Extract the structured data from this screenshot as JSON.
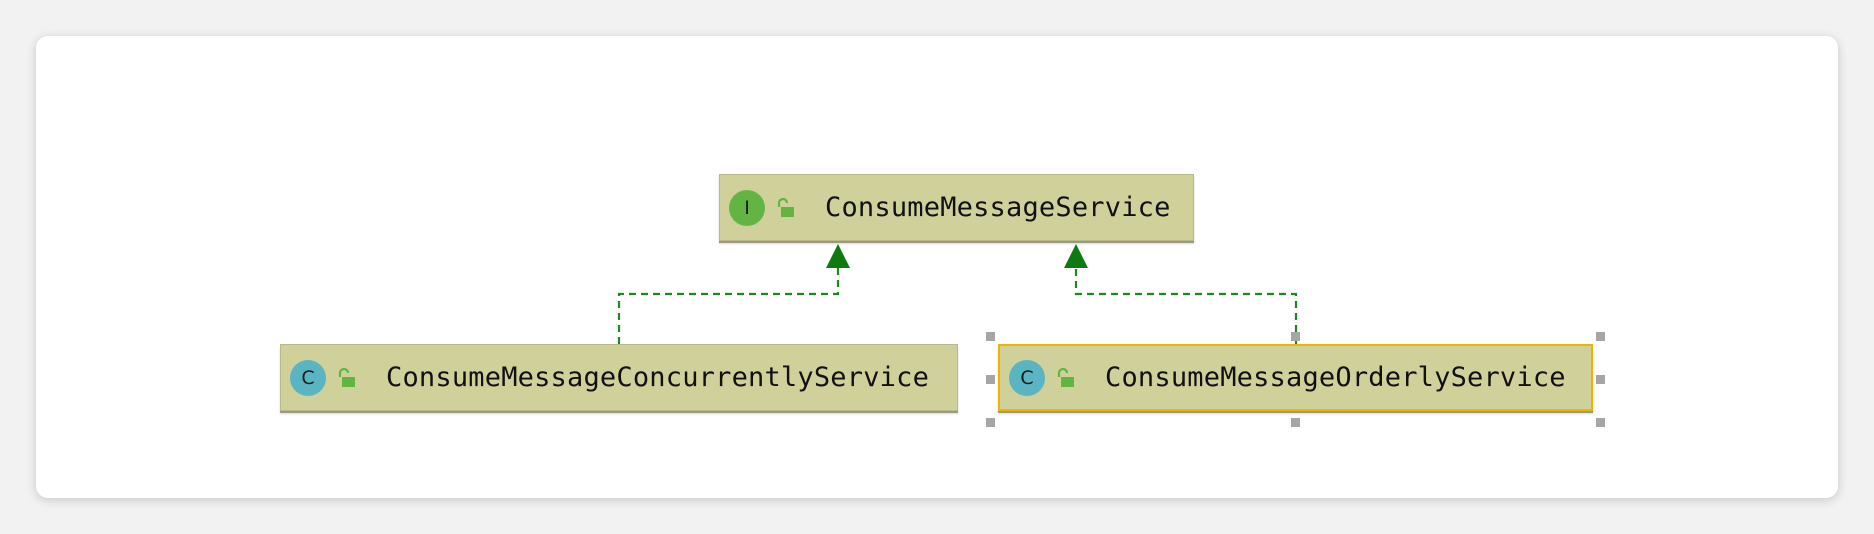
{
  "diagram": {
    "type": "class-hierarchy",
    "colors": {
      "node_fill": "#cfd09a",
      "interface_icon": "#62b543",
      "class_icon": "#5ab4c2",
      "edge": "#1a8a1a",
      "selection": "#f0b400"
    },
    "nodes": [
      {
        "id": "consume-message-service",
        "kind": "interface",
        "kind_letter": "I",
        "name": "ConsumeMessageService",
        "visibility_icon": "unlocked-lock-icon"
      },
      {
        "id": "consume-message-concurrently-service",
        "kind": "class",
        "kind_letter": "C",
        "name": "ConsumeMessageConcurrentlyService",
        "visibility_icon": "unlocked-lock-icon"
      },
      {
        "id": "consume-message-orderly-service",
        "kind": "class",
        "kind_letter": "C",
        "name": "ConsumeMessageOrderlyService",
        "visibility_icon": "unlocked-lock-icon",
        "selected": true
      }
    ],
    "edges": [
      {
        "from": "consume-message-concurrently-service",
        "to": "consume-message-service",
        "relation": "implements",
        "style": "dashed"
      },
      {
        "from": "consume-message-orderly-service",
        "to": "consume-message-service",
        "relation": "implements",
        "style": "dashed"
      }
    ]
  }
}
